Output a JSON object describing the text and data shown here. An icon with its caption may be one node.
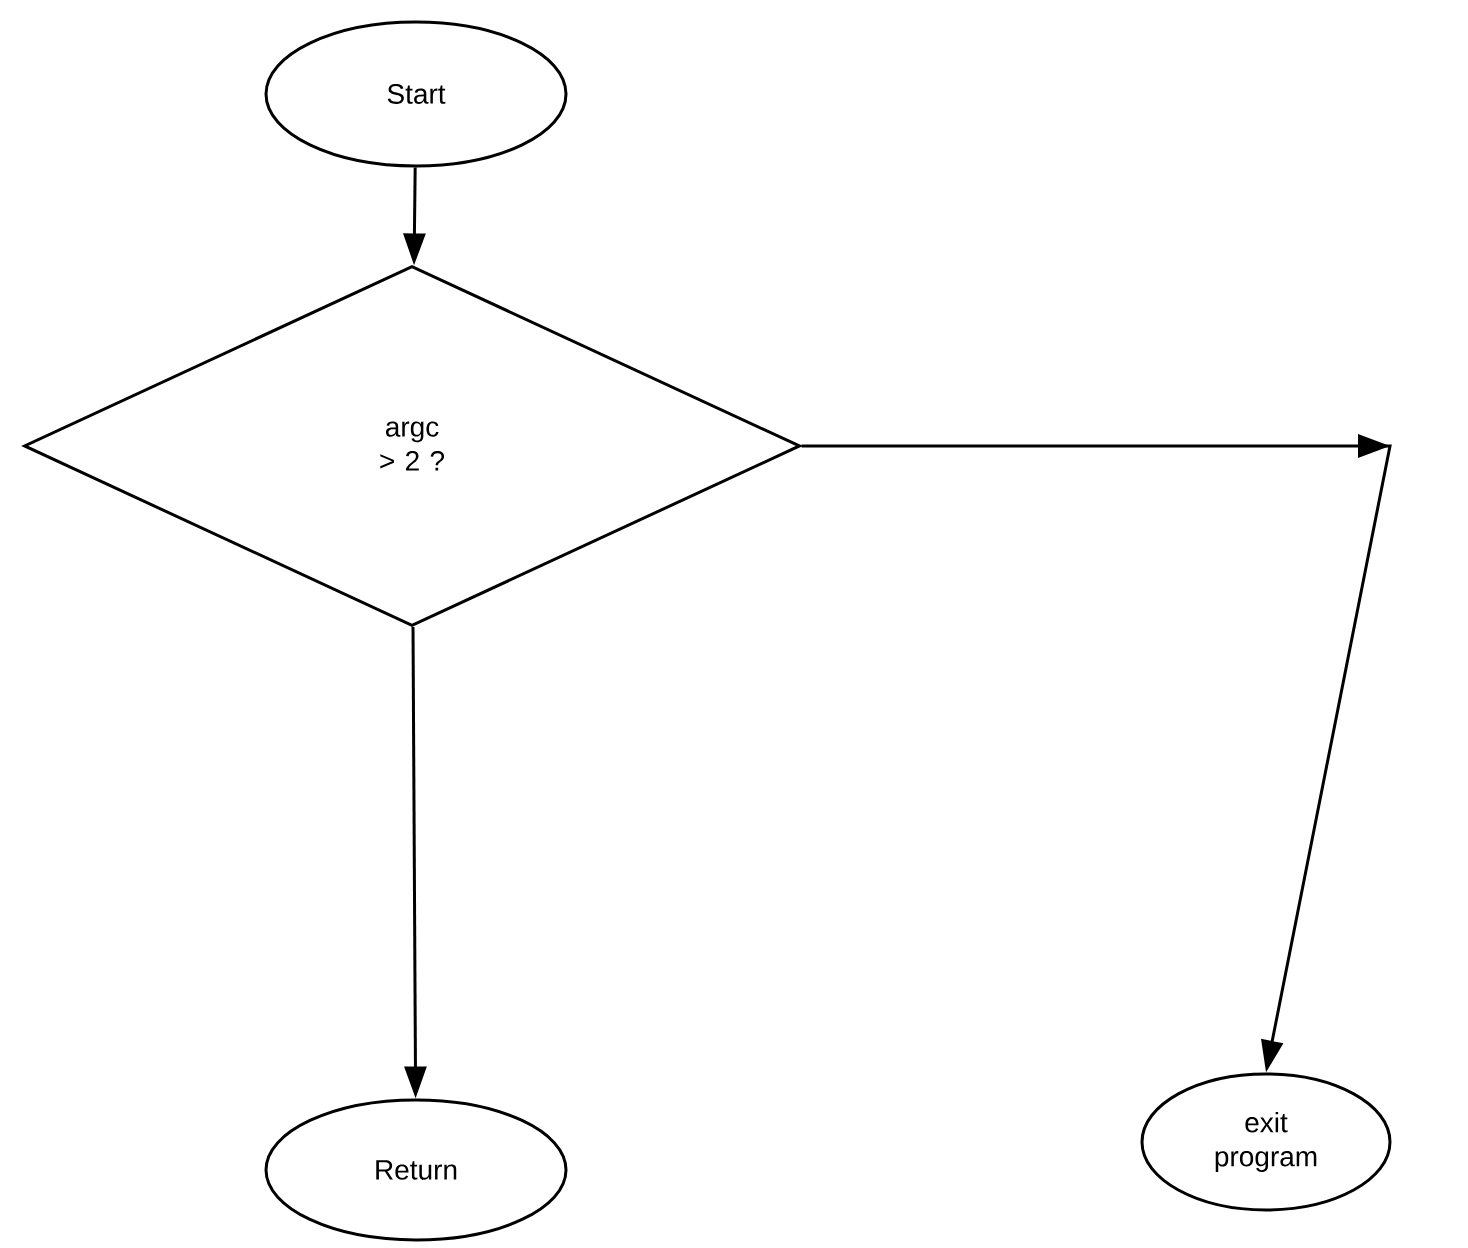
{
  "diagram": {
    "nodes": [
      {
        "text": [
          "Start"
        ]
      },
      {
        "text": [
          "argc > 2 ?"
        ]
      },
      {
        "text": [
          "exit program"
        ]
      },
      {
        "text": [
          "Return"
        ]
      }
    ],
    "edges": [
      {
        "from": 0,
        "to": 1,
        "arrow": "to"
      },
      {
        "from": 1,
        "to": 2,
        "arrow": "to"
      },
      {
        "from": 1,
        "to": 3,
        "arrow": "to"
      }
    ]
  }
}
